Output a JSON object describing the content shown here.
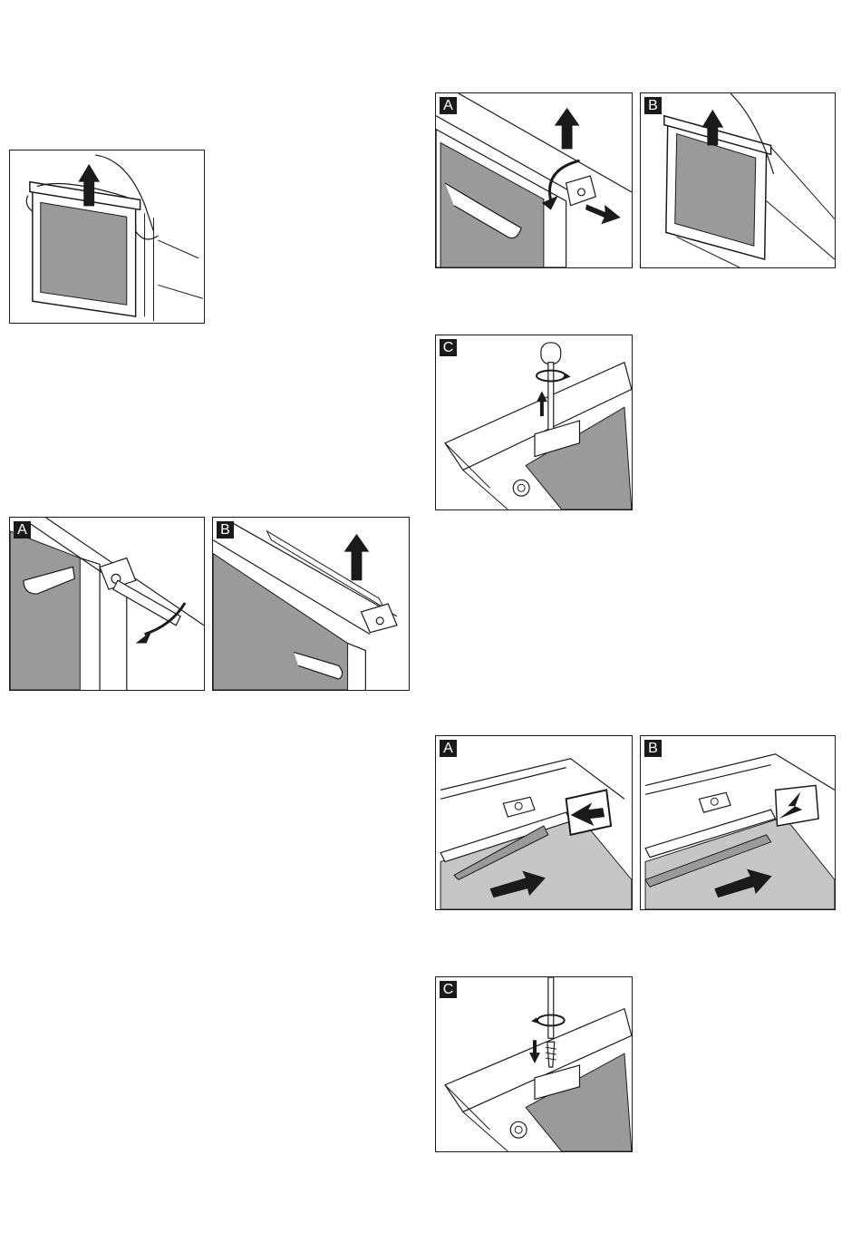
{
  "colors": {
    "line": "#1a1a1a",
    "glass": "#9a9a9a",
    "light_glass": "#c6c6c6",
    "arrow": "#1a1a1a"
  },
  "figures": [
    {
      "id": "fig1",
      "label": "",
      "scene": "lift-door"
    },
    {
      "id": "fig2",
      "label": "A",
      "scene": "rotate-hinge-cover"
    },
    {
      "id": "fig3",
      "label": "B",
      "scene": "lift-door"
    },
    {
      "id": "fig4",
      "label": "A",
      "scene": "screwdriver-hinge"
    },
    {
      "id": "fig5",
      "label": "B",
      "scene": "lift-cover"
    },
    {
      "id": "fig6",
      "label": "C",
      "scene": "unscrew"
    },
    {
      "id": "fig7",
      "label": "A",
      "scene": "insert-glass"
    },
    {
      "id": "fig8",
      "label": "B",
      "scene": "push-glass"
    },
    {
      "id": "fig9",
      "label": "C",
      "scene": "screw-in"
    }
  ]
}
